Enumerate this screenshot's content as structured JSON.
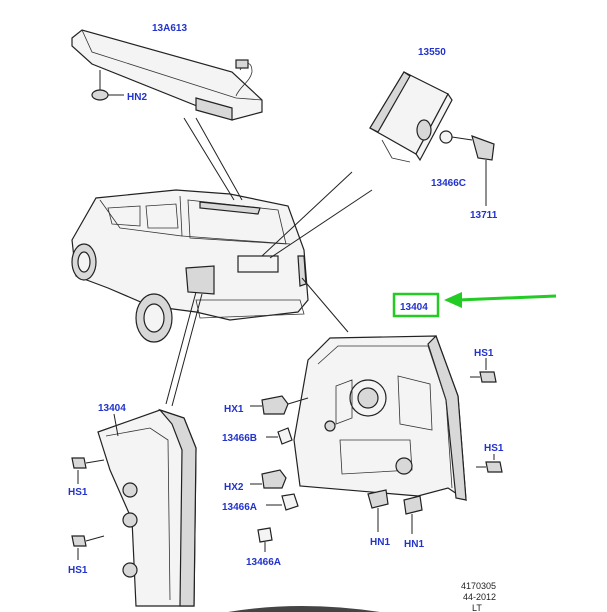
{
  "callouts": {
    "c13A613": "13A613",
    "hn2": "HN2",
    "c13550": "13550",
    "c13466c": "13466C",
    "c13711": "13711",
    "c13404_main": "13404",
    "c13404_left": "13404",
    "hs1_right_top": "HS1",
    "hx1": "HX1",
    "c13466b": "13466B",
    "hs1_right_bottom": "HS1",
    "hx2": "HX2",
    "c13466a_upper": "13466A",
    "hs1_left_top": "HS1",
    "hn1_left": "HN1",
    "hn1_right": "HN1",
    "c13466a_lower": "13466A",
    "hs1_left_bottom": "HS1"
  },
  "footer": {
    "ref_number": "4170305",
    "date_code": "44-2012",
    "suffix": "LT"
  },
  "colors": {
    "callout_text": "#2233cc",
    "highlight": "#22cc22",
    "linework": "#222222"
  }
}
